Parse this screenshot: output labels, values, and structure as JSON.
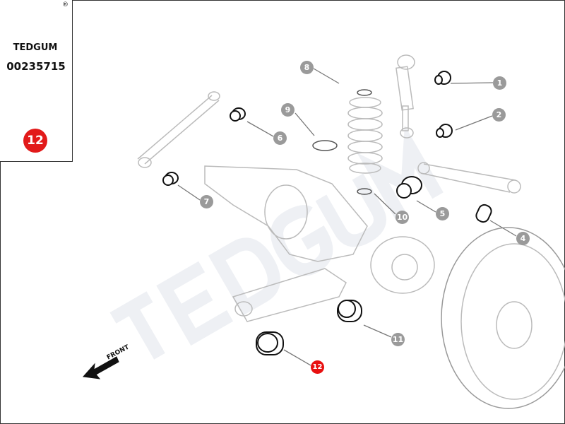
{
  "brand": {
    "name": "TEDGUM",
    "registered": "®",
    "part_number": "00235715",
    "highlight_number": "12",
    "logo_colors": {
      "dark": "#111111",
      "accent": "#f2c200"
    }
  },
  "watermark": "TEDGUM",
  "direction_label": "FRONT",
  "callouts": [
    {
      "id": "1",
      "label": "1"
    },
    {
      "id": "2",
      "label": "2"
    },
    {
      "id": "4",
      "label": "4"
    },
    {
      "id": "5",
      "label": "5"
    },
    {
      "id": "6",
      "label": "6"
    },
    {
      "id": "7",
      "label": "7"
    },
    {
      "id": "8",
      "label": "8"
    },
    {
      "id": "9",
      "label": "9"
    },
    {
      "id": "10",
      "label": "10"
    },
    {
      "id": "11",
      "label": "11"
    },
    {
      "id": "12",
      "label": "12",
      "highlighted": true
    }
  ],
  "colors": {
    "callout": "#9a9a9a",
    "highlight": "#e81010"
  }
}
